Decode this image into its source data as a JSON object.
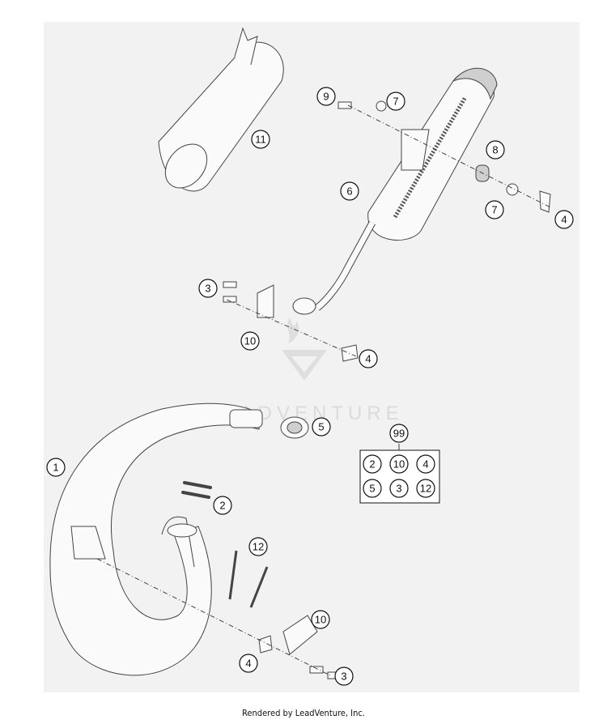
{
  "footer_text": "Rendered by LeadVenture, Inc.",
  "watermark_text": "LEADVENTURE",
  "callouts": [
    {
      "id": "c-11",
      "label": "11"
    },
    {
      "id": "c-9",
      "label": "9"
    },
    {
      "id": "c-7a",
      "label": "7"
    },
    {
      "id": "c-8",
      "label": "8"
    },
    {
      "id": "c-6",
      "label": "6"
    },
    {
      "id": "c-7b",
      "label": "7"
    },
    {
      "id": "c-4a",
      "label": "4"
    },
    {
      "id": "c-3a",
      "label": "3"
    },
    {
      "id": "c-10a",
      "label": "10"
    },
    {
      "id": "c-4b",
      "label": "4"
    },
    {
      "id": "c-5",
      "label": "5"
    },
    {
      "id": "c-1",
      "label": "1"
    },
    {
      "id": "c-2",
      "label": "2"
    },
    {
      "id": "c-12",
      "label": "12"
    },
    {
      "id": "c-10b",
      "label": "10"
    },
    {
      "id": "c-4c",
      "label": "4"
    },
    {
      "id": "c-3b",
      "label": "3"
    }
  ],
  "kit": {
    "header": "99",
    "cells": [
      "2",
      "10",
      "4",
      "5",
      "3",
      "12"
    ]
  }
}
